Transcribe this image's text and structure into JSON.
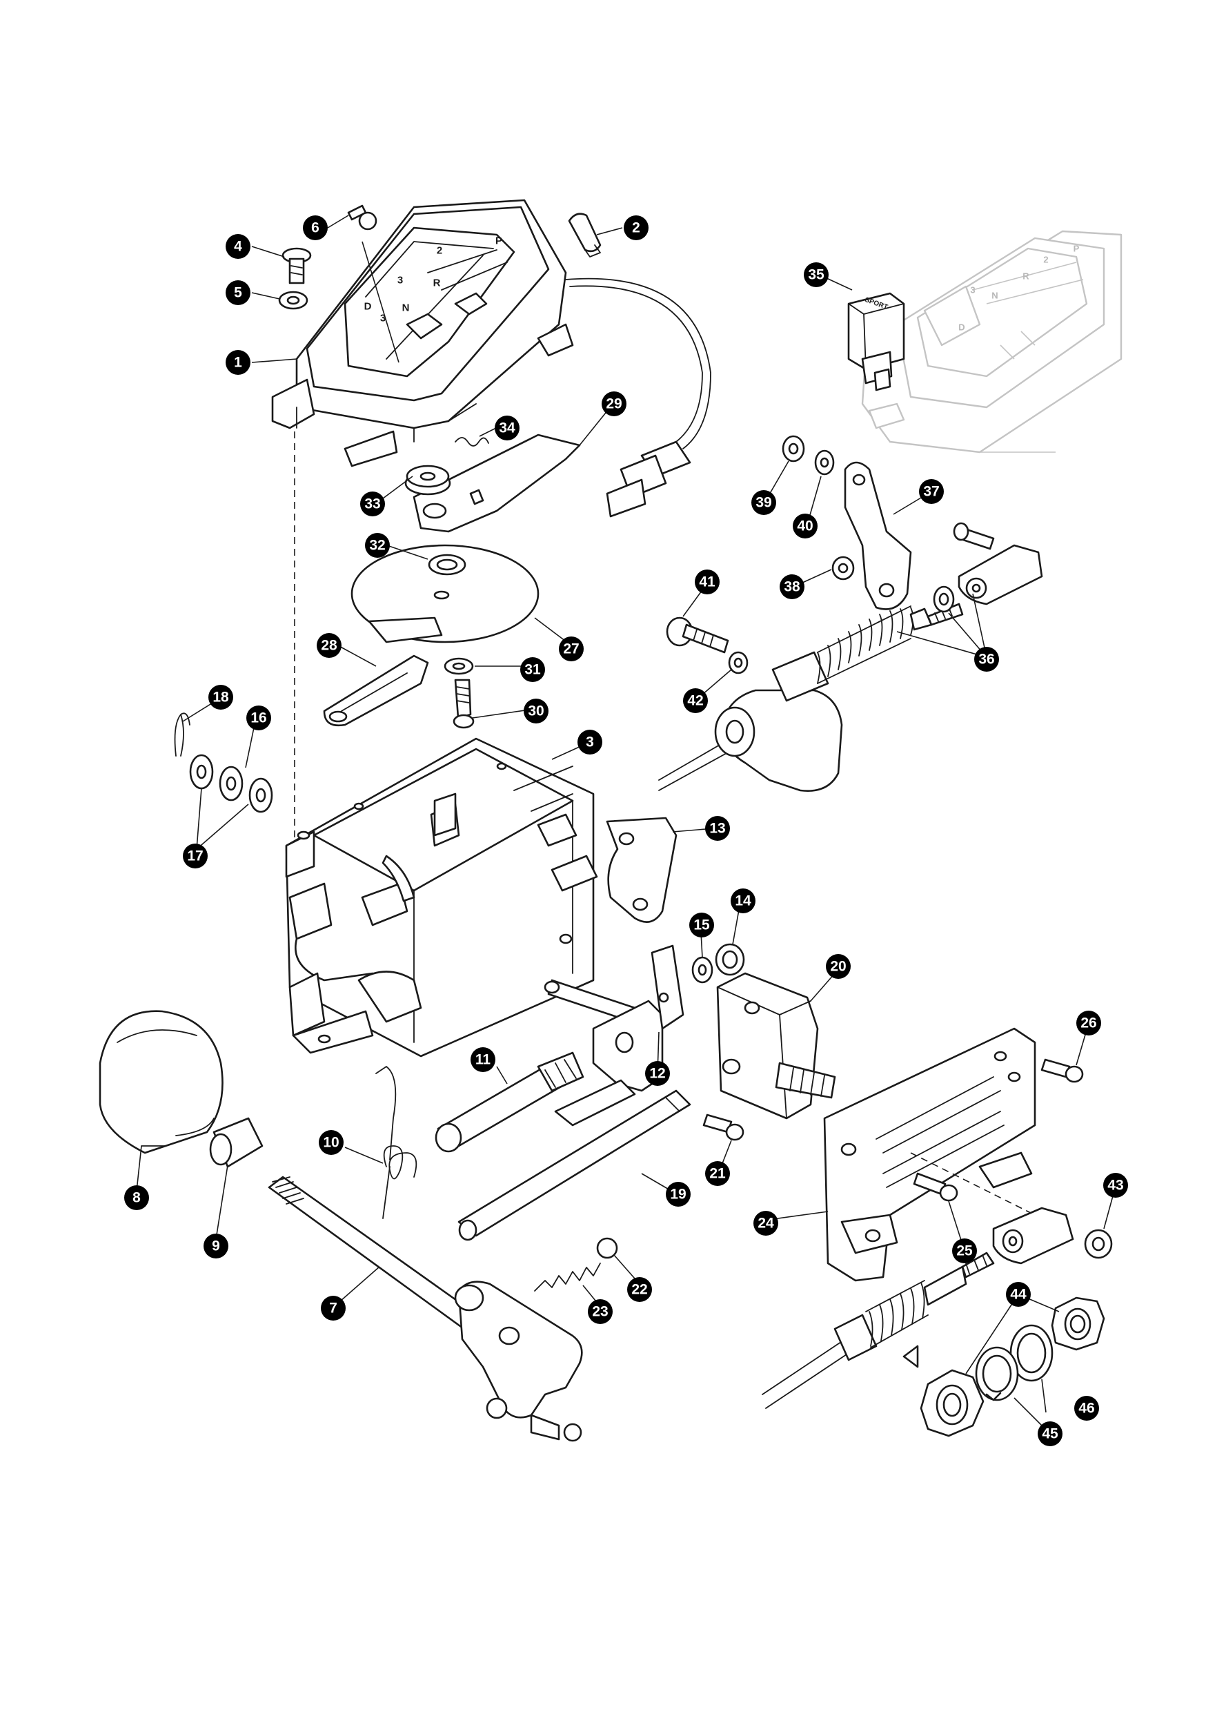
{
  "gate_labels": [
    "P",
    "2",
    "R",
    "3",
    "N",
    "D",
    "3"
  ],
  "inset_gate_labels": [
    "P",
    "R",
    "N",
    "D",
    "2",
    "3"
  ],
  "switch_badge": "SPORT",
  "callouts": [
    {
      "id": "1",
      "label": "1"
    },
    {
      "id": "2",
      "label": "2"
    },
    {
      "id": "3",
      "label": "3"
    },
    {
      "id": "4",
      "label": "4"
    },
    {
      "id": "5",
      "label": "5"
    },
    {
      "id": "6",
      "label": "6"
    },
    {
      "id": "7",
      "label": "7"
    },
    {
      "id": "8",
      "label": "8"
    },
    {
      "id": "9",
      "label": "9"
    },
    {
      "id": "10",
      "label": "10"
    },
    {
      "id": "11",
      "label": "11"
    },
    {
      "id": "12",
      "label": "12"
    },
    {
      "id": "13",
      "label": "13"
    },
    {
      "id": "14",
      "label": "14"
    },
    {
      "id": "15",
      "label": "15"
    },
    {
      "id": "16",
      "label": "16"
    },
    {
      "id": "17",
      "label": "17"
    },
    {
      "id": "18",
      "label": "18"
    },
    {
      "id": "19",
      "label": "19"
    },
    {
      "id": "20",
      "label": "20"
    },
    {
      "id": "21",
      "label": "21"
    },
    {
      "id": "22",
      "label": "22"
    },
    {
      "id": "23",
      "label": "23"
    },
    {
      "id": "24",
      "label": "24"
    },
    {
      "id": "25",
      "label": "25"
    },
    {
      "id": "26",
      "label": "26"
    },
    {
      "id": "27",
      "label": "27"
    },
    {
      "id": "28",
      "label": "28"
    },
    {
      "id": "29",
      "label": "29"
    },
    {
      "id": "30",
      "label": "30"
    },
    {
      "id": "31",
      "label": "31"
    },
    {
      "id": "32",
      "label": "32"
    },
    {
      "id": "33",
      "label": "33"
    },
    {
      "id": "34",
      "label": "34"
    },
    {
      "id": "35",
      "label": "35"
    },
    {
      "id": "36",
      "label": "36"
    },
    {
      "id": "37",
      "label": "37"
    },
    {
      "id": "38",
      "label": "38"
    },
    {
      "id": "39",
      "label": "39"
    },
    {
      "id": "40",
      "label": "40"
    },
    {
      "id": "41",
      "label": "41"
    },
    {
      "id": "42",
      "label": "42"
    },
    {
      "id": "43",
      "label": "43"
    },
    {
      "id": "44",
      "label": "44"
    },
    {
      "id": "45",
      "label": "45"
    },
    {
      "id": "46",
      "label": "46"
    }
  ]
}
